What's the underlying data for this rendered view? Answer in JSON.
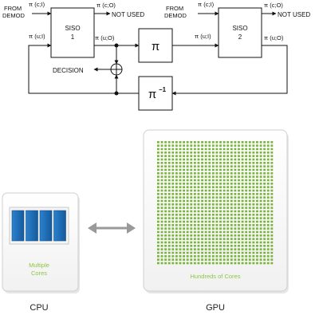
{
  "decoder": {
    "in_left_1": "FROM",
    "in_left_2": "DEMOD",
    "in_right_1": "FROM",
    "in_right_2": "DEMOD",
    "pi_c_i_1": "π (c;I)",
    "pi_c_o_1": "π (c;O)",
    "pi_u_i_1": "π (u;I)",
    "pi_u_o_1": "π (u;O)",
    "siso1_line1": "SISO",
    "siso1_line2": "1",
    "pi_c_i_2": "π (c;I)",
    "pi_c_o_2": "π (c;O)",
    "pi_u_i_2": "π (u;I)",
    "pi_u_o_2": "π (u;O)",
    "siso2_line1": "SISO",
    "siso2_line2": "2",
    "not_used_1": "NOT USED",
    "not_used_2": "NOT USED",
    "decision": "DECISION",
    "interleaver": "π",
    "deinterleaver": "π",
    "deinterleaver_exp": "−1"
  },
  "compare": {
    "cpu_caption": "Multiple\nCores",
    "cpu_caption_line1": "Multiple",
    "cpu_caption_line2": "Cores",
    "gpu_caption": "Hundreds of Cores",
    "cpu_label": "CPU",
    "gpu_label": "GPU",
    "cpu_core_count": 4,
    "gpu_grid_cols": 32,
    "gpu_grid_rows": 36
  },
  "colors": {
    "line": "#111111",
    "cpu_core": "#1f6fb5",
    "cpu_core_dark": "#174f86",
    "caption_green": "#8cc63f",
    "gpu_dot": "#7ab33a",
    "arrow_gray": "#9a9a9a",
    "panel_border": "#cfcfcf"
  }
}
